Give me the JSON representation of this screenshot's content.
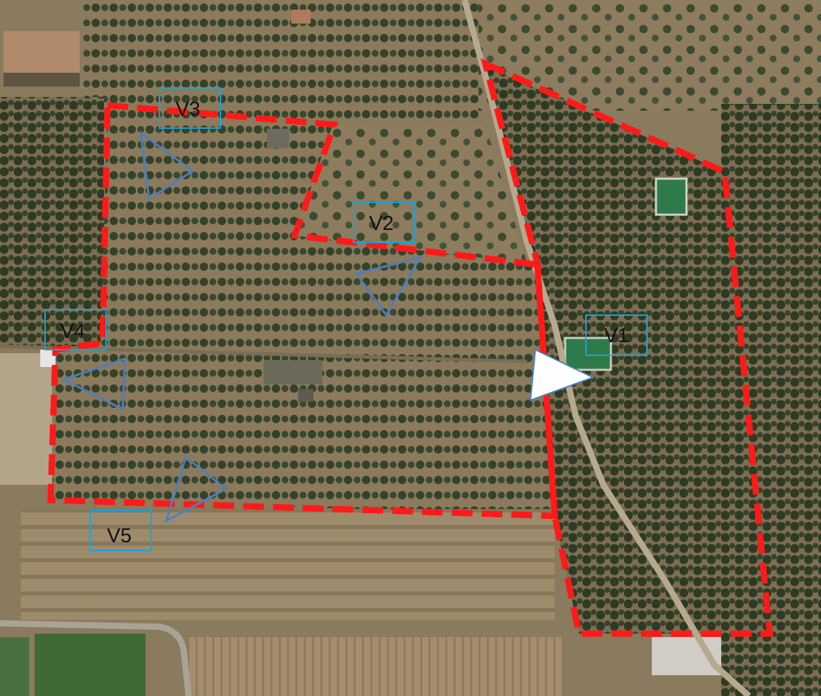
{
  "map": {
    "colors": {
      "boundary": "#ff1a1a",
      "label_box": "#1aa3d9",
      "view_marker": "#4a7fc0",
      "view_marker_active": "#ffffff",
      "terrain": "#8a7a5e",
      "tree": "#2c3a22",
      "water": "#2f7a4a"
    },
    "viewpoints": [
      {
        "id": "V1",
        "label": "V1",
        "active": true
      },
      {
        "id": "V2",
        "label": "V2",
        "active": false
      },
      {
        "id": "V3",
        "label": "V3",
        "active": false
      },
      {
        "id": "V4",
        "label": "V4",
        "active": false
      },
      {
        "id": "V5",
        "label": "V5",
        "active": false
      }
    ]
  }
}
